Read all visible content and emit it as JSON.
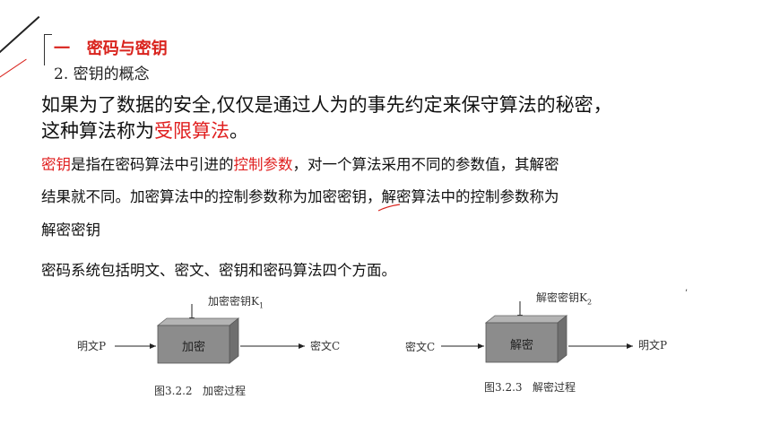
{
  "header": {
    "section_title": "一   密码与密钥",
    "subtitle": "2. 密钥的概念"
  },
  "para1": {
    "line1": "如果为了数据的安全,仅仅是通过人为的事先约定来保守算法的秘密，",
    "line2_prefix": "这种算法称为",
    "line2_highlight": "受限算法",
    "line2_suffix": "。"
  },
  "para2": {
    "term": "密钥",
    "text1": "是指在密码算法中引进的",
    "highlight": "控制参数",
    "text2": "，对一个算法采用不同的参数值，其解密",
    "line2": "结果就不同。加密算法中的控制参数称为加密密钥，解密算法中的控制参数称为",
    "line3": "解密密钥"
  },
  "para3": {
    "text": "密码系统包括明文、密文、密钥和密码算法四个方面。"
  },
  "figures": {
    "encrypt": {
      "key_label": "加密密钥K",
      "key_sub": "1",
      "box_label": "加密",
      "input_label": "明文P",
      "output_label": "密文C",
      "caption": "图3.2.2   加密过程"
    },
    "decrypt": {
      "key_label": "解密密钥K",
      "key_sub": "2",
      "box_label": "解密",
      "input_label": "密文C",
      "output_label": "明文P",
      "caption": "图3.2.3   解密过程"
    }
  },
  "colors": {
    "accent_red": "#e02020",
    "text": "#111111",
    "box_gray": "#8c8c8c"
  }
}
